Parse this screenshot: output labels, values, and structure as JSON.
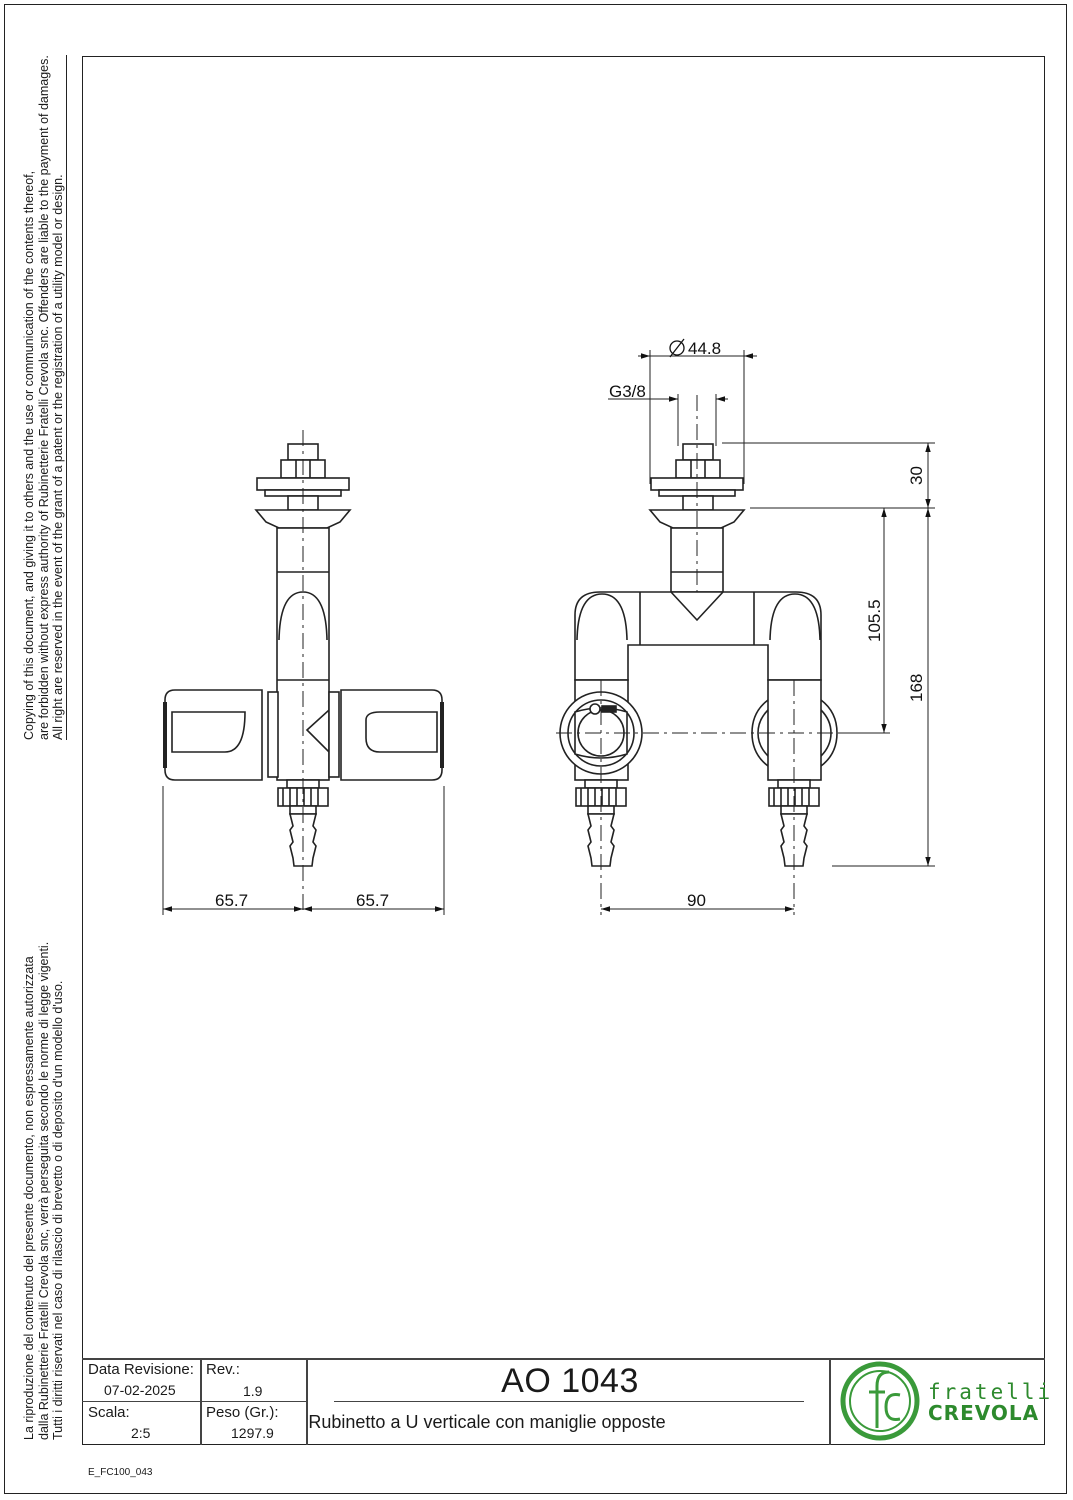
{
  "notices": {
    "english": [
      "Copying of this document, and giving it to others and the use or communication of the contents thereof,",
      "are forbidden without express authority of Rubinetterie Fratelli Crevola snc. Offenders are liable to the payment of damages.",
      "All right are reserved in the event of the grant of a patent or the registration of a utility model or design."
    ],
    "italian": [
      "La riproduzione del contenuto del presente documento, non espressamente autorizzata",
      "dalla Rubinetterie Fratelli Crevola snc, verrà perseguita secondo le norme di legge vigenti.",
      "Tutti i diritti riservati nel caso di rilascio di brevetto o di deposito d'un modello d'uso."
    ]
  },
  "dimensions": {
    "diameter": "44.8",
    "thread": "G3/8",
    "height_top": "30",
    "height_mid": "105.5",
    "height_total": "168",
    "left_width_a": "65.7",
    "left_width_b": "65.7",
    "outlet_spacing": "90"
  },
  "title_block": {
    "revision_date_label": "Data Revisione:",
    "revision_date": "07-02-2025",
    "rev_label": "Rev.:",
    "rev": "1.9",
    "scale_label": "Scala:",
    "scale": "2:5",
    "weight_label": "Peso (Gr.):",
    "weight": "1297.9",
    "code": "AO 1043",
    "description": "Rubinetto a U verticale con maniglie opposte"
  },
  "brand": {
    "line1": "fratelli",
    "line2": "CREVOLA",
    "color": "#2d8a2d"
  },
  "footer_code": "E_FC100_043"
}
